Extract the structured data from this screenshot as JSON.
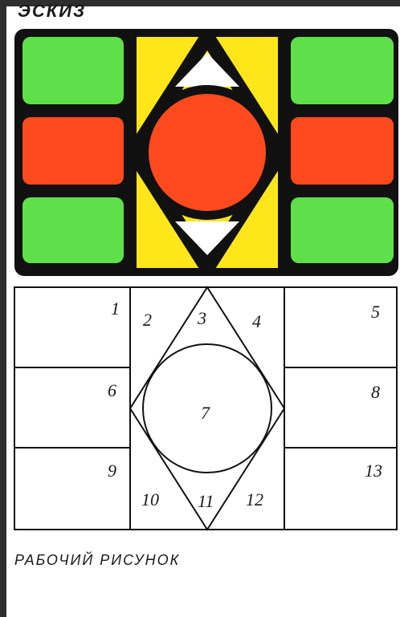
{
  "sketch": {
    "title": "ЭСКИЗ",
    "colors": {
      "frame": "#111111",
      "green": "#5fe04a",
      "red": "#ff4a1e",
      "yellow": "#ffe61a",
      "white": "#ffffff"
    }
  },
  "working_drawing": {
    "caption": "РАБОЧИЙ РИСУНОК",
    "labels": [
      "1",
      "2",
      "3",
      "4",
      "5",
      "6",
      "7",
      "8",
      "9",
      "10",
      "11",
      "12",
      "13"
    ]
  }
}
